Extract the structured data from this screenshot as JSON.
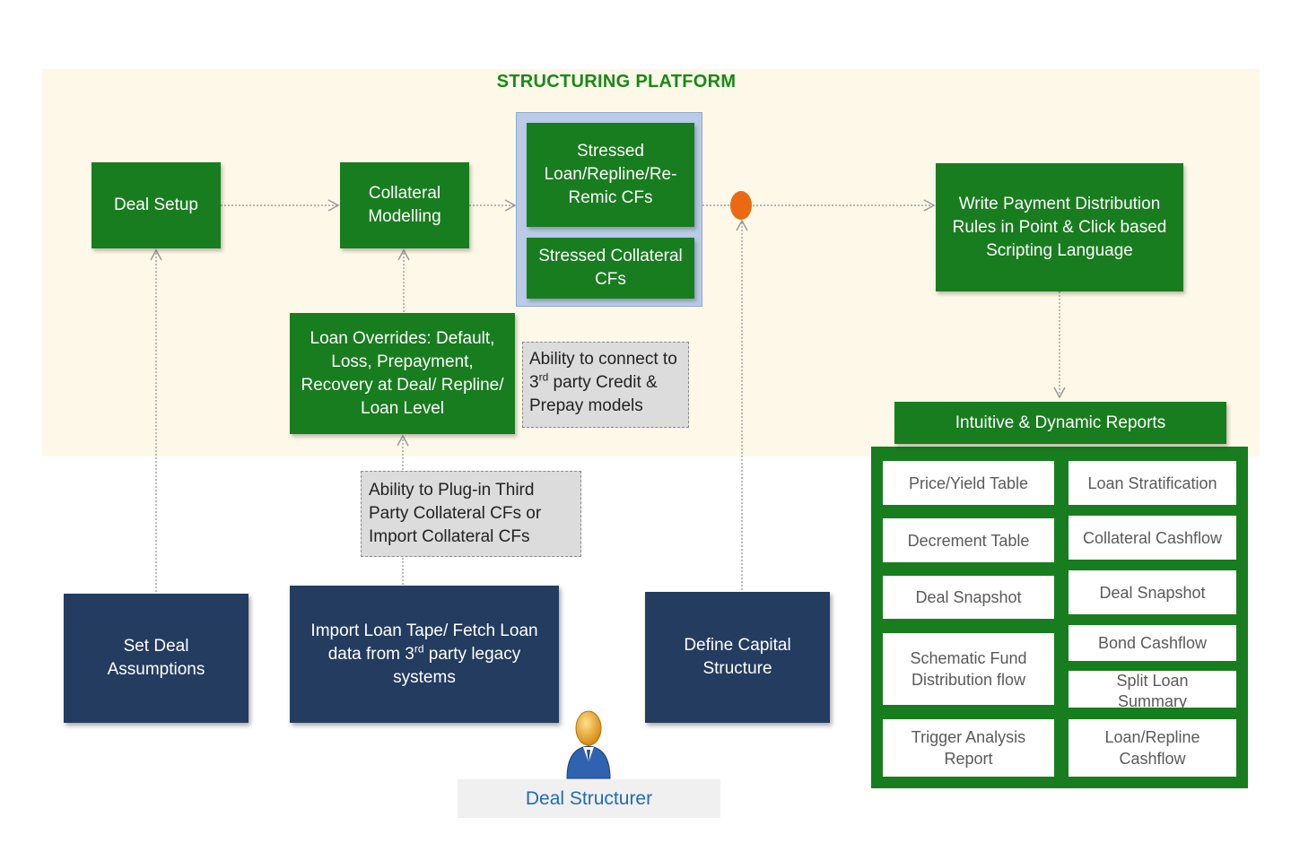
{
  "platform": {
    "title": "STRUCTURING PLATFORM"
  },
  "nodes": {
    "deal_setup": "Deal Setup",
    "collateral_modelling": "Collateral Modelling",
    "stressed_loan": "Stressed Loan/Repline/Re-Remic CFs",
    "stressed_collateral": "Stressed Collateral CFs",
    "write_payment": "Write Payment Distribution Rules in Point & Click based Scripting Language",
    "loan_overrides": "Loan Overrides: Default, Loss, Prepayment, Recovery at Deal/ Repline/ Loan Level"
  },
  "notes": {
    "third_party_connect": {
      "pre": "Ability to connect to 3",
      "sup": "rd",
      "post": " party Credit & Prepay models"
    },
    "plug_in": "Ability to Plug-in Third Party Collateral CFs or Import Collateral CFs"
  },
  "inputs": {
    "set_deal_assumptions": "Set Deal Assumptions",
    "import_loan_tape": {
      "pre": "Import Loan Tape/ Fetch Loan data from 3",
      "sup": "rd",
      "post": " party legacy systems"
    },
    "define_capital_structure": "Define Capital Structure"
  },
  "reports": {
    "header": "Intuitive & Dynamic Reports",
    "left": [
      "Price/Yield Table",
      "Decrement Table",
      "Deal Snapshot",
      "Schematic Fund Distribution flow",
      "Trigger Analysis Report"
    ],
    "right": [
      "Loan Stratification",
      "Collateral Cashflow",
      "Deal Snapshot",
      "Bond Cashflow",
      "Split Loan Summary",
      "Loan/Repline Cashflow"
    ]
  },
  "user": {
    "label": "Deal Structurer"
  },
  "colors": {
    "green": "#187d1e",
    "navy": "#233c60",
    "cream": "#fef8e8",
    "blue_text": "#1f6cb6",
    "orange": "#ea6a14"
  }
}
